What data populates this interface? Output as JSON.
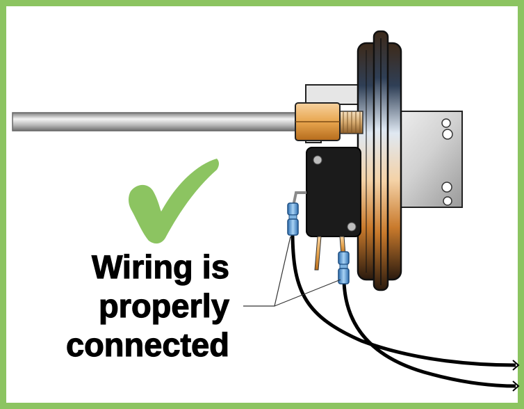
{
  "caption": {
    "line1": "Wiring is",
    "line2": "properly",
    "line3": "connected"
  },
  "colors": {
    "border": "#8cc461",
    "checkmark": "#8cc461",
    "wire": "#000000",
    "connector": "#6ba3d6",
    "brass": "#e8a64f"
  },
  "icons": {
    "status": "checkmark-icon"
  }
}
